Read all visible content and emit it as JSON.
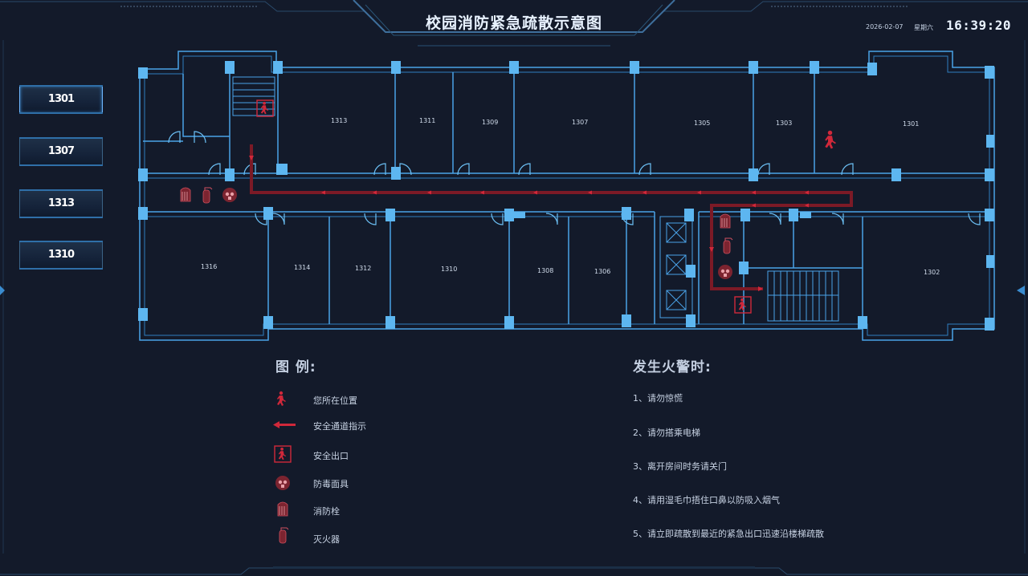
{
  "header": {
    "title": "校园消防紧急疏散示意图",
    "date": "2026-02-07",
    "weekday": "星期六",
    "time": "16:39:20"
  },
  "floors": [
    "1301",
    "1307",
    "1313",
    "1310"
  ],
  "active_floor": "1301",
  "rooms": {
    "r1313": "1313",
    "r1311": "1311",
    "r1309": "1309",
    "r1307": "1307",
    "r1305": "1305",
    "r1303": "1303",
    "r1301": "1301",
    "r1316": "1316",
    "r1314": "1314",
    "r1312": "1312",
    "r1310": "1310",
    "r1308": "1308",
    "r1306": "1306",
    "r1302": "1302"
  },
  "legend": {
    "title": "图  例:",
    "items": [
      {
        "icon": "person-running-icon",
        "label": "您所在位置"
      },
      {
        "icon": "arrow-left-icon",
        "label": "安全通道指示"
      },
      {
        "icon": "exit-sign-icon",
        "label": "安全出口"
      },
      {
        "icon": "gas-mask-icon",
        "label": "防毒面具"
      },
      {
        "icon": "fire-hydrant-icon",
        "label": "消防栓"
      },
      {
        "icon": "fire-extinguisher-icon",
        "label": "灭火器"
      }
    ]
  },
  "fire_rules": {
    "title": "发生火警时:",
    "items": [
      "1、请勿惊慌",
      "2、请勿搭乘电梯",
      "3、离开房间时务请关门",
      "4、请用湿毛巾捂住口鼻以防吸入烟气",
      "5、请立即疏散到最近的紧急出口迅速沿楼梯疏散"
    ]
  },
  "colors": {
    "background": "#131a2a",
    "wall": "#4aa3e8",
    "pillar": "#5db6f0",
    "route": "#8a1c28",
    "icon_red": "#d02a3a"
  }
}
